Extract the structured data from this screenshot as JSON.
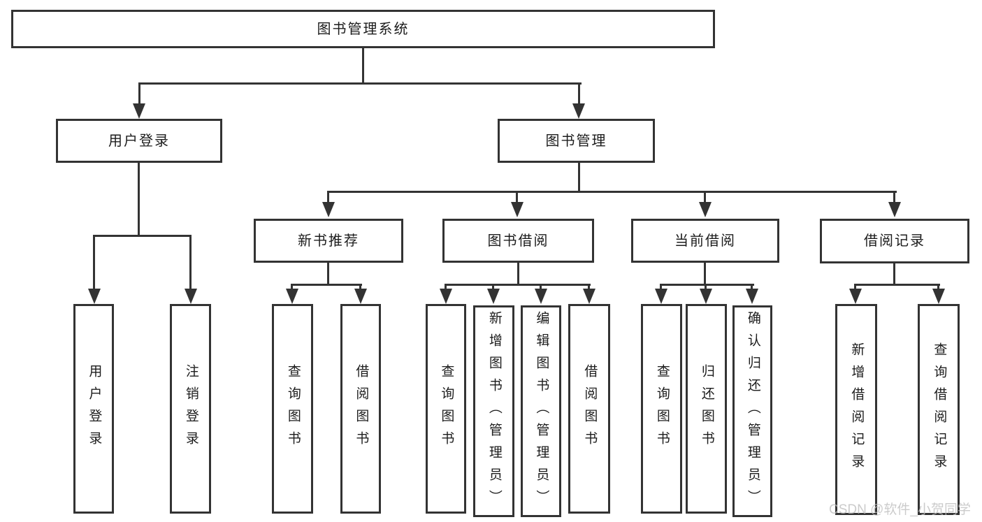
{
  "diagram_title": "图书管理系统",
  "colors": {
    "line": "#333333",
    "text": "#1c1c1c",
    "background": "#ffffff",
    "watermark": "#bfbfbf"
  },
  "tree": {
    "label": "图书管理系统",
    "children": [
      {
        "label": "用户登录",
        "children": [
          {
            "label": "用户登录"
          },
          {
            "label": "注销登录"
          }
        ]
      },
      {
        "label": "图书管理",
        "children": [
          {
            "label": "新书推荐",
            "children": [
              {
                "label": "查询图书"
              },
              {
                "label": "借阅图书"
              }
            ]
          },
          {
            "label": "图书借阅",
            "children": [
              {
                "label": "查询图书"
              },
              {
                "label": "新增图书（管理员）"
              },
              {
                "label": "编辑图书（管理员）"
              },
              {
                "label": "借阅图书"
              }
            ]
          },
          {
            "label": "当前借阅",
            "children": [
              {
                "label": "查询图书"
              },
              {
                "label": "归还图书"
              },
              {
                "label": "确认归还（管理员）"
              }
            ]
          },
          {
            "label": "借阅记录",
            "children": [
              {
                "label": "新增借阅记录"
              },
              {
                "label": "查询借阅记录"
              }
            ]
          }
        ]
      }
    ]
  },
  "watermark": {
    "text": "CSDN @软件_小贺同学"
  }
}
